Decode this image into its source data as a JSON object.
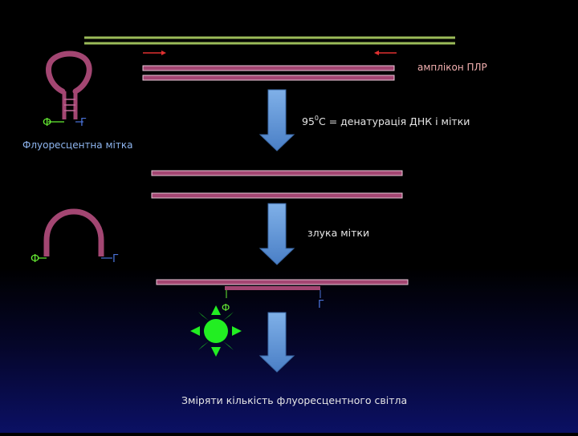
{
  "labels": {
    "amplicon": "амплікон ПЛР",
    "step1_pre": "95",
    "step1_sup": "0",
    "step1_post": "C = денатурація ДНК і мітки",
    "probe_label": "Флуоресцентна мітка",
    "step2": "злука мітки",
    "step3": "Зміряти кількість флуоресцентного світла"
  },
  "markers": {
    "fluorophore": "Ф",
    "quencher": "Г"
  },
  "colors": {
    "background": "#000000",
    "dna_strand": "#a34672",
    "amplicon_top": "#9bbb59",
    "primer": "#e03030",
    "arrow": "#5b8fd0",
    "fluorophore": "#66ee33",
    "quencher": "#4a72d8",
    "glow": "#22ee22"
  }
}
